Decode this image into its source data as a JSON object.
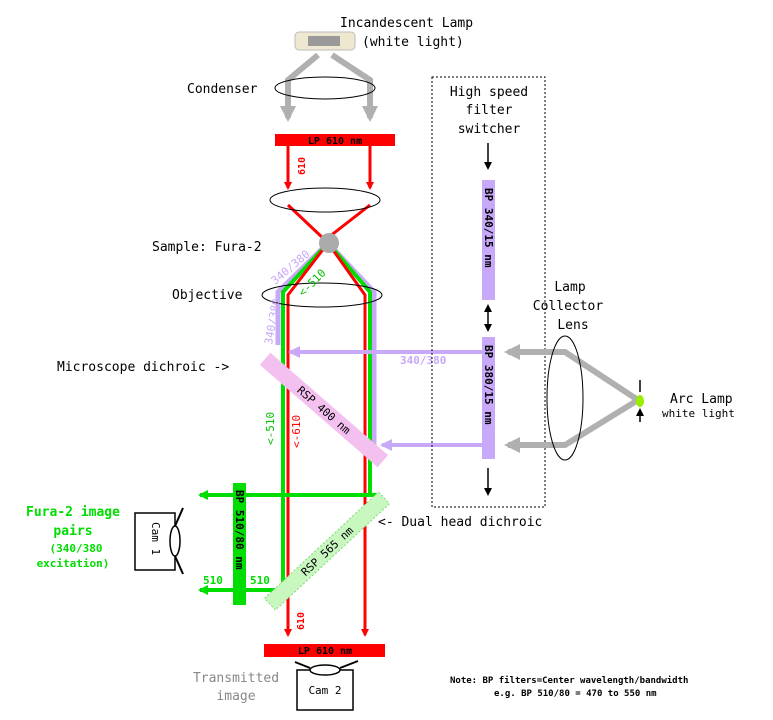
{
  "lamp": {
    "title": "Incandescent Lamp",
    "subtitle": "(white light)"
  },
  "labels": {
    "condenser": "Condenser",
    "sample": "Sample: Fura-2",
    "objective": "Objective",
    "microscope_dichroic": "Microscope dichroic ->",
    "dual_head_dichroic": "<- Dual head dichroic",
    "transmitted_1": "Transmitted",
    "transmitted_2": "image",
    "fura_1": "Fura-2 image",
    "fura_2": "pairs",
    "fura_3": "(340/380",
    "fura_4": "excitation)"
  },
  "filters": {
    "lp_top": "LP 610 nm",
    "lp_bottom": "LP 610 nm",
    "rsp400": "RSP 400 nm",
    "rsp565": "RSP 565 nm",
    "bp510": "BP 510/80 nm",
    "bp340": "BP 340/15 nm",
    "bp380": "BP 380/15 nm"
  },
  "wavelengths": {
    "w610_top": "610",
    "w610_bottom": "610",
    "ex_obj_a": "340/380",
    "ex_obj_b": "340/380",
    "em_obj": "<-510",
    "ex_horiz": "340/380",
    "em510_v": "<-510",
    "em610_v": "<-610",
    "w510_a": "510",
    "w510_b": "510"
  },
  "switcher": {
    "line1": "High speed",
    "line2": "filter",
    "line3": "switcher"
  },
  "collector": {
    "line1": "Lamp",
    "line2": "Collector",
    "line3": "Lens"
  },
  "arc": {
    "title": "Arc Lamp",
    "subtitle": "white light"
  },
  "cameras": {
    "cam1": "Cam 1",
    "cam2": "Cam 2"
  },
  "note": {
    "line1": "Note: BP filters=Center wavelength/bandwidth",
    "line2": "e.g. BP 510/80 = 470 to 550 nm"
  },
  "colors": {
    "red": "#ff0000",
    "green": "#00dd00",
    "purple": "#c8a8f8",
    "gray": "#b0b0b0",
    "pink": "#f4c0f0",
    "lightgreen": "#c8f8c0"
  }
}
